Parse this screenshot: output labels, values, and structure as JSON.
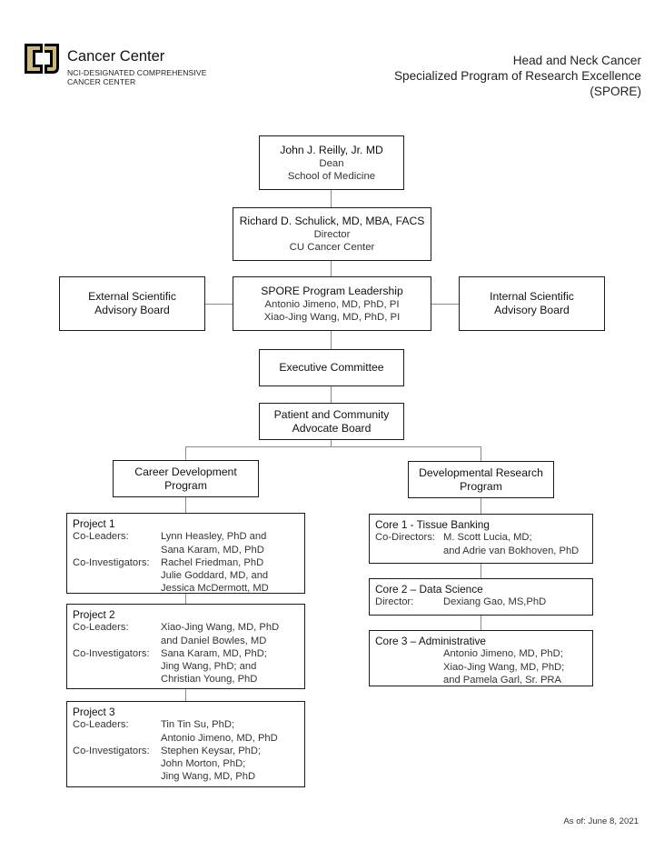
{
  "header": {
    "logo_name": "Cancer Center",
    "logo_sub_1": "NCI-DESIGNATED COMPREHENSIVE",
    "logo_sub_2": "CANCER CENTER",
    "title_1": "Head and Neck Cancer",
    "title_2": "Specialized Program of Research Excellence",
    "title_3": "(SPORE)"
  },
  "colors": {
    "logo_gold": "#CFB87C",
    "logo_black": "#000000",
    "lines": "#8c8c8c"
  },
  "nodes": {
    "dean": {
      "name": "John J. Reilly, Jr. MD",
      "role": "Dean",
      "org": "School of Medicine"
    },
    "director": {
      "name": "Richard D. Schulick, MD, MBA, FACS",
      "role": "Director",
      "org": "CU Cancer Center"
    },
    "leadership": {
      "title": "SPORE Program Leadership",
      "pi_1": "Antonio Jimeno, MD, PhD, PI",
      "pi_2": "Xiao-Jing Wang, MD, PhD, PI"
    },
    "external": {
      "line_1": "External Scientific",
      "line_2": "Advisory Board"
    },
    "internal": {
      "line_1": "Internal Scientific",
      "line_2": "Advisory Board"
    },
    "executive": {
      "title": "Executive Committee"
    },
    "advocate": {
      "line_1": "Patient and Community",
      "line_2": "Advocate Board"
    },
    "career": {
      "line_1": "Career Development",
      "line_2": "Program"
    },
    "developmental": {
      "line_1": "Developmental Research",
      "line_2": "Program"
    }
  },
  "projects": [
    {
      "title": "Project 1",
      "rows": [
        {
          "label": "Co-Leaders:",
          "names": [
            "Lynn Heasley, PhD and",
            "Sana Karam, MD, PhD"
          ]
        },
        {
          "label": "Co-Investigators:",
          "names": [
            "Rachel Friedman, PhD",
            "Julie Goddard, MD, and",
            "Jessica McDermott, MD"
          ]
        }
      ]
    },
    {
      "title": "Project 2",
      "rows": [
        {
          "label": "Co-Leaders:",
          "names": [
            "Xiao-Jing Wang, MD, PhD",
            "and Daniel Bowles, MD"
          ]
        },
        {
          "label": "Co-Investigators:",
          "names": [
            "Sana Karam, MD, PhD;",
            "Jing Wang, PhD; and",
            "Christian Young, PhD"
          ]
        }
      ]
    },
    {
      "title": "Project 3",
      "rows": [
        {
          "label": "Co-Leaders:",
          "names": [
            "Tin Tin Su, PhD;",
            "Antonio Jimeno, MD, PhD"
          ]
        },
        {
          "label": "Co-Investigators:",
          "names": [
            "Stephen Keysar, PhD;",
            "John Morton, PhD;",
            "Jing Wang, MD, PhD"
          ]
        }
      ]
    }
  ],
  "cores": [
    {
      "title": "Core 1 - Tissue Banking",
      "rows": [
        {
          "label": "Co-Directors:",
          "names": [
            "M. Scott Lucia, MD;",
            "and Adrie van Bokhoven, PhD"
          ]
        }
      ]
    },
    {
      "title": "Core 2 – Data Science",
      "rows": [
        {
          "label": "Director:",
          "names": [
            "Dexiang Gao, MS,PhD"
          ]
        }
      ]
    },
    {
      "title": "Core 3 – Administrative",
      "rows": [
        {
          "label": "",
          "names": [
            "Antonio Jimeno, MD, PhD;",
            "Xiao-Jing Wang, MD, PhD;",
            "and Pamela Garl, Sr. PRA"
          ]
        }
      ]
    }
  ],
  "footer": {
    "date": "As of: June 8, 2021"
  }
}
